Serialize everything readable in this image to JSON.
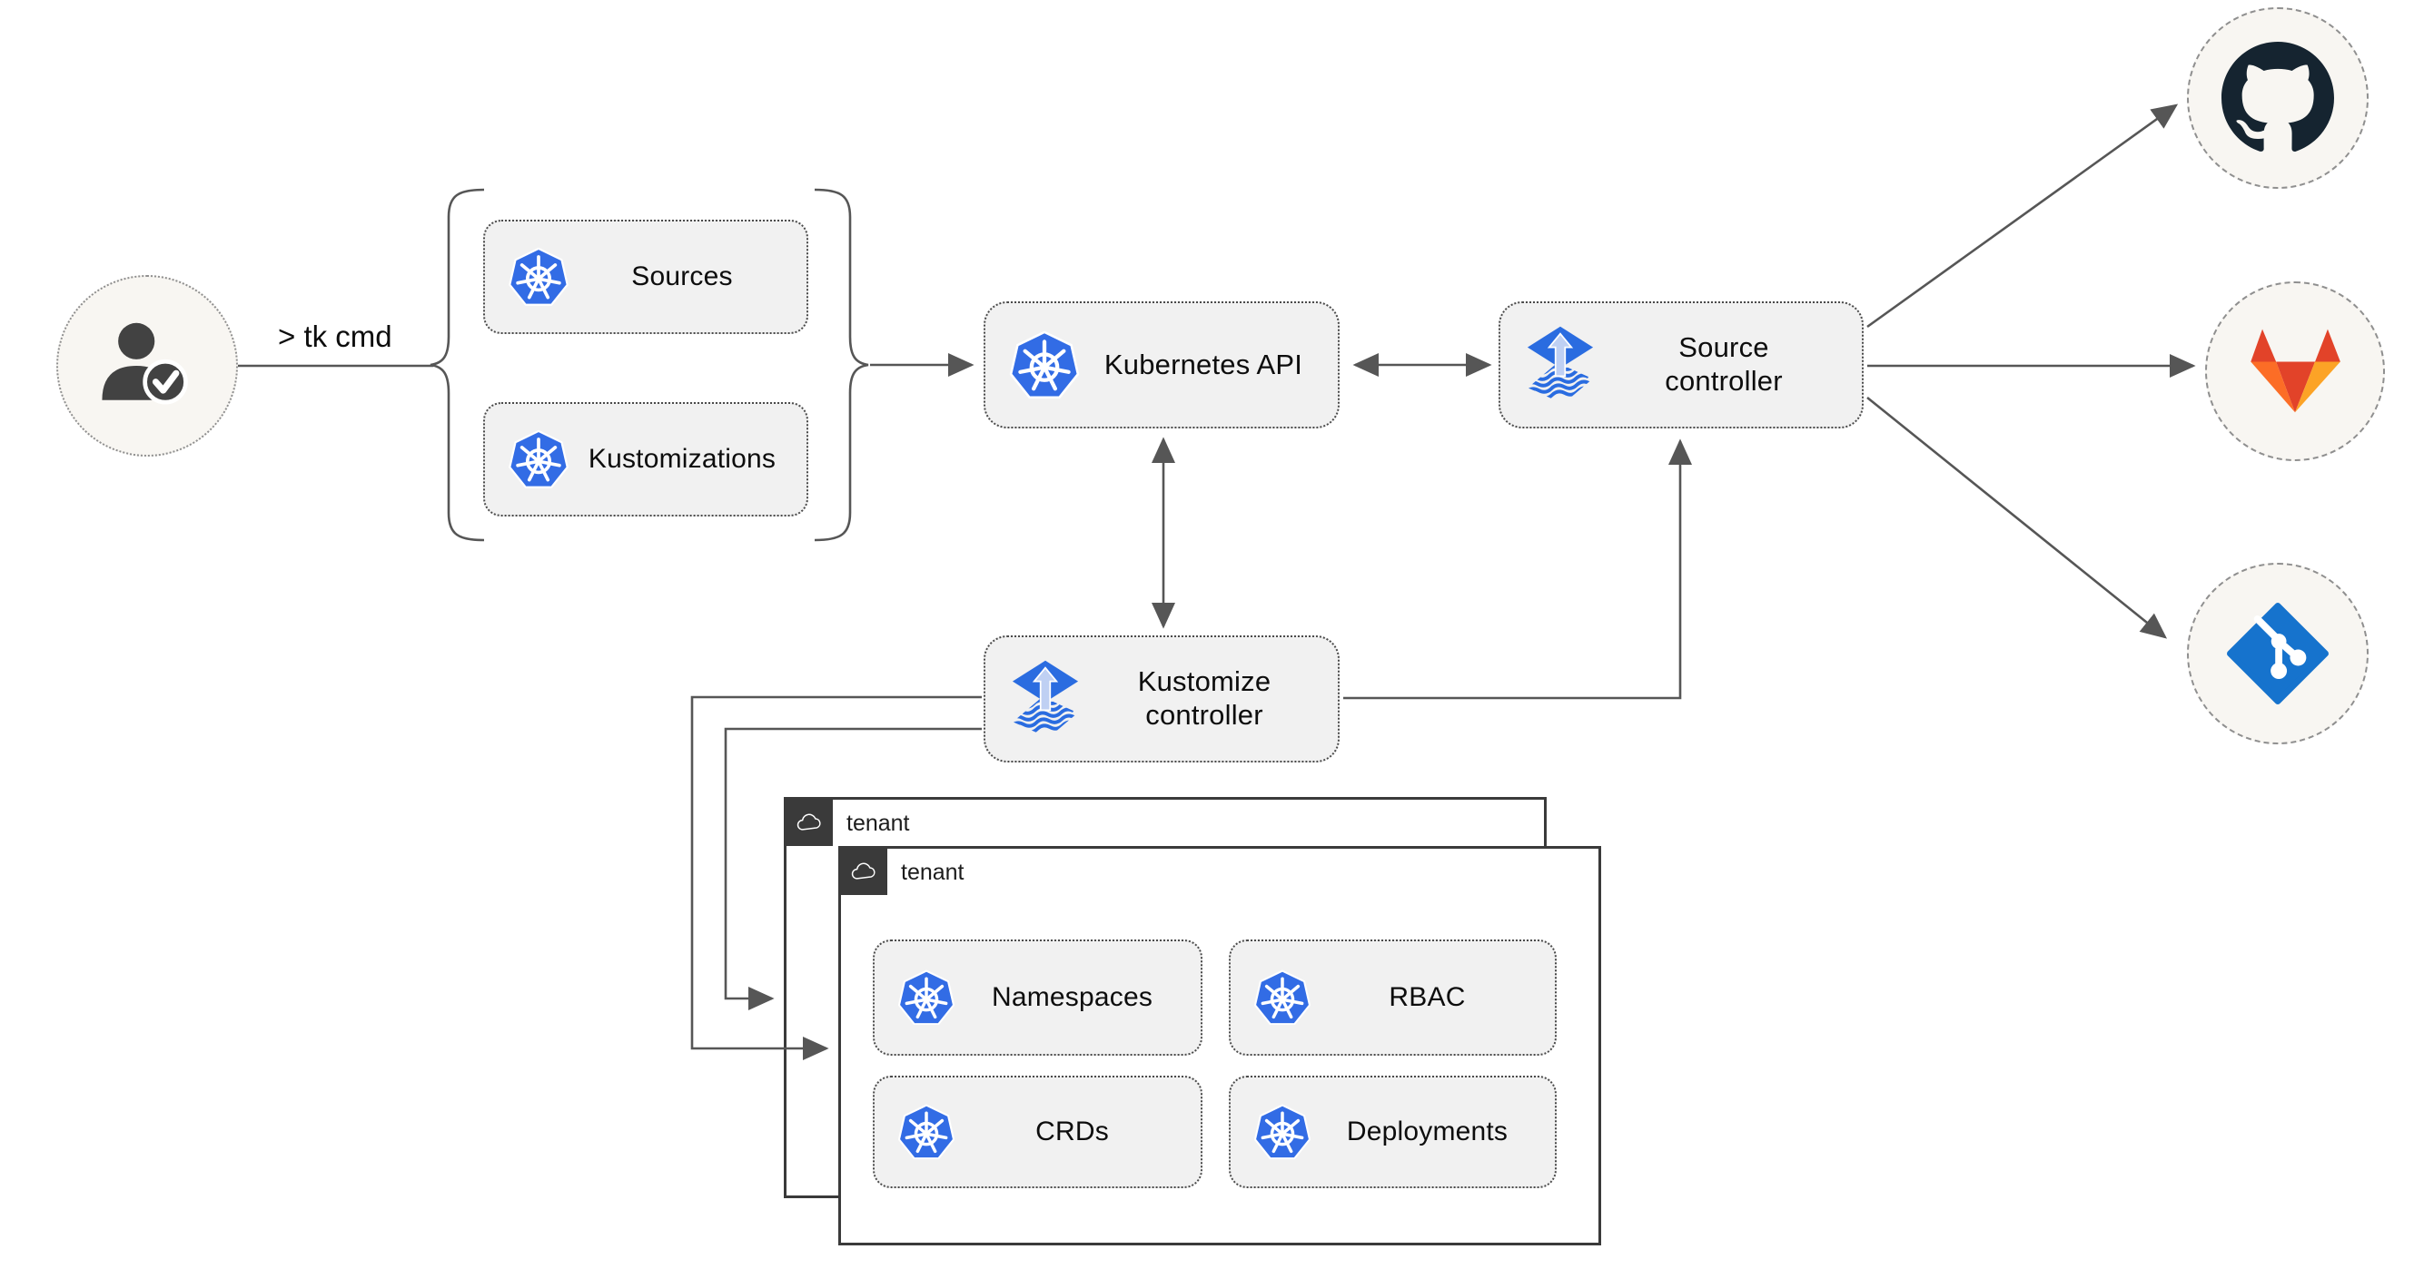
{
  "diagram": {
    "user": {
      "icon": "user-check-icon",
      "command_label": "> tk cmd"
    },
    "cli_group": {
      "items": [
        {
          "label": "Sources",
          "icon": "kubernetes-icon"
        },
        {
          "label": "Kustomizations",
          "icon": "kubernetes-icon"
        }
      ]
    },
    "nodes": {
      "kubernetes_api": {
        "label": "Kubernetes API",
        "icon": "kubernetes-icon"
      },
      "source_controller": {
        "label": "Source controller",
        "icon": "flux-icon"
      },
      "kustomize_controller": {
        "label": "Kustomize controller",
        "icon": "flux-icon"
      }
    },
    "tenant_outer": {
      "label": "tenant",
      "icon": "cloud-icon"
    },
    "tenant_inner": {
      "label": "tenant",
      "icon": "cloud-icon",
      "resources": [
        {
          "label": "Namespaces",
          "icon": "kubernetes-icon"
        },
        {
          "label": "RBAC",
          "icon": "kubernetes-icon"
        },
        {
          "label": "CRDs",
          "icon": "kubernetes-icon"
        },
        {
          "label": "Deployments",
          "icon": "kubernetes-icon"
        }
      ]
    },
    "endpoints": [
      {
        "name": "github",
        "icon": "github-icon"
      },
      {
        "name": "gitlab",
        "icon": "gitlab-icon"
      },
      {
        "name": "git",
        "icon": "git-icon"
      }
    ],
    "colors": {
      "kubernetes_blue": "#326ce5",
      "flux_blue": "#2a6ce0",
      "flux_arrow_light": "#bfd0f3",
      "github_dark": "#152430",
      "gitlab_red": "#e24329",
      "gitlab_orange": "#fc6d26",
      "gitlab_amber": "#fca326",
      "git_blue": "#1673cd",
      "connector_gray": "#565656",
      "node_fill": "#f1f1f1",
      "circle_fill": "#f8f6f2",
      "tenant_tab_dark": "#3a3a3a"
    }
  }
}
